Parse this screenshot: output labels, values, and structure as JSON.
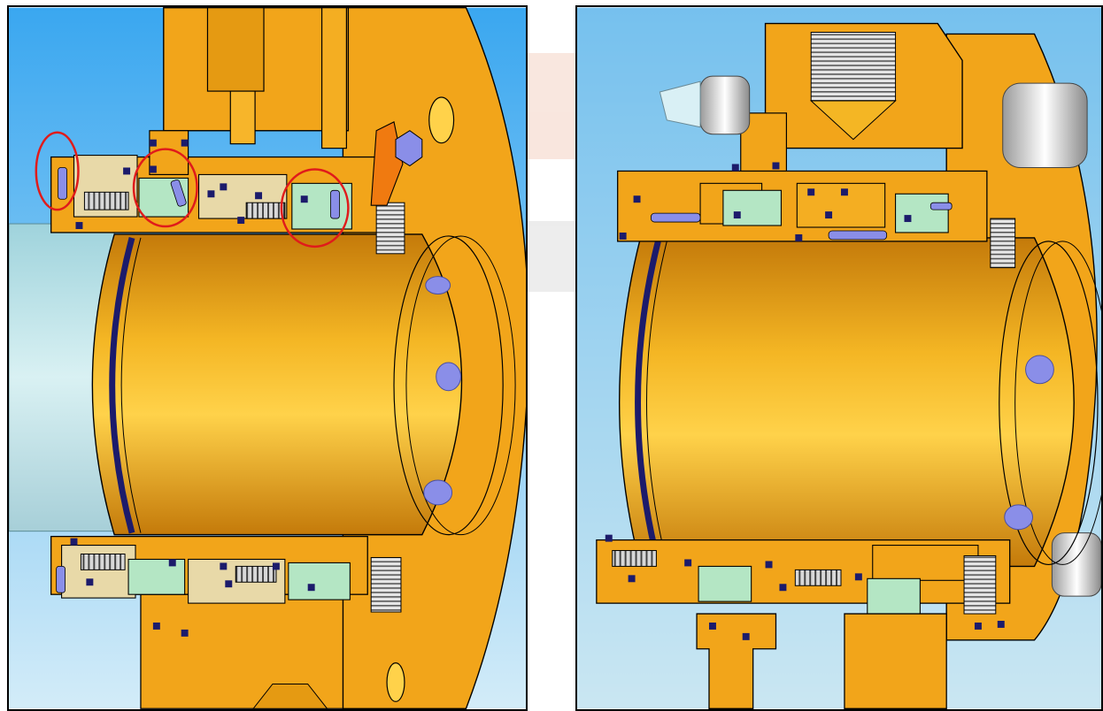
{
  "figure": {
    "panels": [
      {
        "view": "left",
        "highlights": 4,
        "highlight_color": "#e01b1b"
      },
      {
        "view": "right",
        "highlights": 0
      }
    ]
  },
  "colors": {
    "sky_top": "#3aa7f0",
    "sky_bottom": "#c9e6f7",
    "metal_gold": "#f2a51a",
    "metal_gold_light": "#ffd24a",
    "metal_gold_dark": "#c47a0a",
    "seal_face_green": "#b4e6c4",
    "carbon_ring_beige": "#e8d9a8",
    "oring_navy": "#1c1b6b",
    "pin_blue": "#8a8ee8",
    "spring_grey": "#c8c8c8",
    "shaft_cyan": "#bfe6ea",
    "lever_orange": "#f07a10"
  },
  "icons": {
    "oring": "oring-icon",
    "pin": "drive-pin-icon",
    "spring": "spring-icon",
    "setscrew": "set-screw-icon",
    "bolt": "hex-bolt-icon"
  }
}
